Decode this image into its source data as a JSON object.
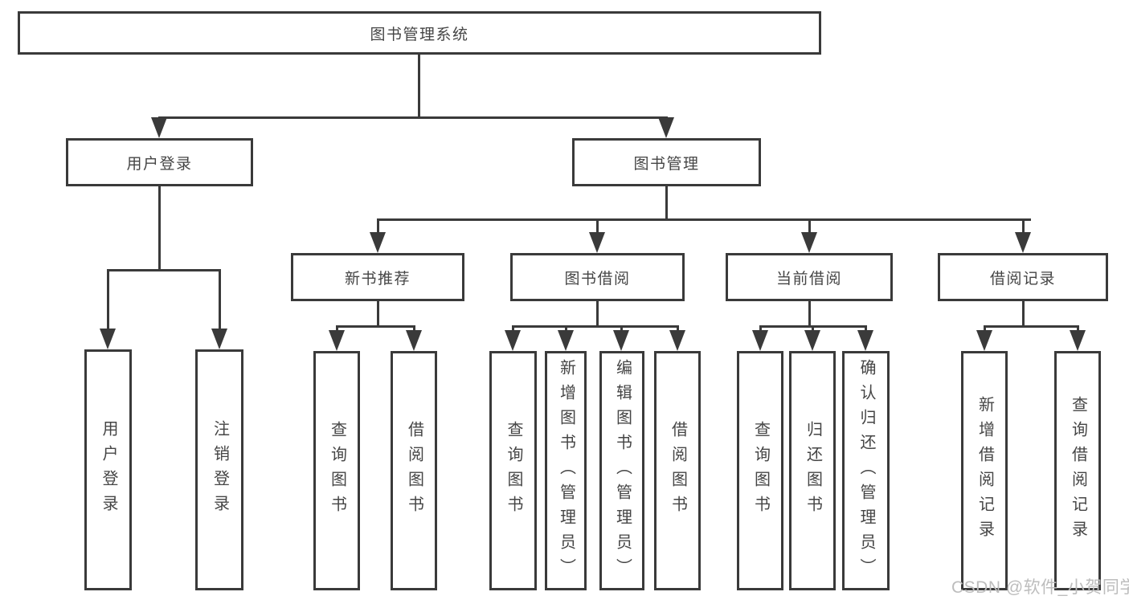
{
  "tree": {
    "root": {
      "label": "图书管理系统"
    },
    "userLogin": {
      "label": "用户登录",
      "children": [
        "用户登录",
        "注销登录"
      ]
    },
    "bookMgmt": {
      "label": "图书管理",
      "newBooks": {
        "label": "新书推荐",
        "children": [
          "查询图书",
          "借阅图书"
        ]
      },
      "borrow": {
        "label": "图书借阅",
        "children": [
          "查询图书",
          "新增图书（管理员）",
          "编辑图书（管理员）",
          "借阅图书"
        ]
      },
      "current": {
        "label": "当前借阅",
        "children": [
          "查询图书",
          "归还图书",
          "确认归还（管理员）"
        ]
      },
      "records": {
        "label": "借阅记录",
        "children": [
          "新增借阅记录",
          "查询借阅记录"
        ]
      }
    }
  },
  "watermark": "CSDN @软件_小贺同学",
  "colors": {
    "line": "#3a3a3a",
    "text": "#454545",
    "box_background": "#ffffff",
    "watermark": "#bdbdbd",
    "background": "#ffffff"
  }
}
